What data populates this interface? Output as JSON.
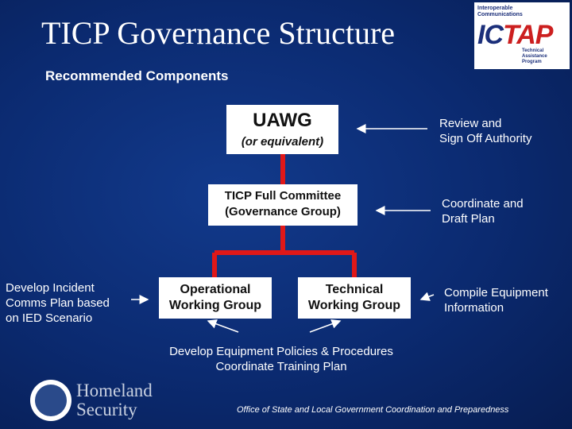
{
  "header": {
    "title": "TICP Governance Structure",
    "subtitle": "Recommended Components"
  },
  "logo": {
    "top_line1": "Interoperable",
    "top_line2": "Communications",
    "mark_part1": "IC",
    "mark_part2": "TAP",
    "sub_line1": "Technical",
    "sub_line2": "Assistance",
    "sub_line3": "Program"
  },
  "diagram": {
    "uawg": {
      "label": "UAWG",
      "sublabel": "(or equivalent)"
    },
    "full_committee": {
      "line1": "TICP Full Committee",
      "line2": "(Governance Group)"
    },
    "operational": {
      "line1": "Operational",
      "line2": "Working Group"
    },
    "technical": {
      "line1": "Technical",
      "line2": "Working Group"
    },
    "connector_color": "#e01818",
    "box_color": "#ffffff"
  },
  "annotations": {
    "review": {
      "line1": "Review and",
      "line2": "Sign Off Authority"
    },
    "coordinate": {
      "line1": "Coordinate and",
      "line2": "Draft Plan"
    },
    "compile": {
      "line1": "Compile Equipment",
      "line2": "Information"
    },
    "incident": {
      "line1": "Develop Incident",
      "line2": "Comms Plan based",
      "line3": "on IED Scenario"
    },
    "bottom": {
      "line1": "Develop Equipment Policies & Procedures",
      "line2": "Coordinate Training Plan"
    }
  },
  "footer": {
    "office": "Office of State and Local Government Coordination and Preparedness",
    "dhs_line1": "Homeland",
    "dhs_line2": "Security"
  }
}
